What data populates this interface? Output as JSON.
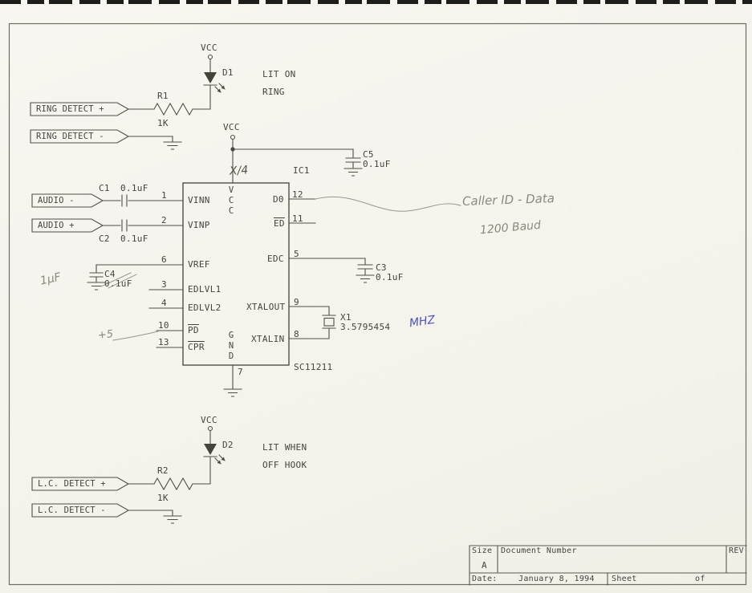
{
  "power": {
    "vcc": "VCC"
  },
  "connectors": {
    "ring_p": "RING DETECT +",
    "ring_n": "RING DETECT -",
    "audio_n": "AUDIO -",
    "audio_p": "AUDIO +",
    "lc_p": "L.C. DETECT +",
    "lc_n": "L.C. DETECT -"
  },
  "parts": {
    "r1": {
      "ref": "R1",
      "value": "1K"
    },
    "r2": {
      "ref": "R2",
      "value": "1K"
    },
    "c1": {
      "ref": "C1",
      "value": "0.1uF"
    },
    "c2": {
      "ref": "C2",
      "value": "0.1uF"
    },
    "c3": {
      "ref": "C3",
      "value": "0.1uF"
    },
    "c4": {
      "ref": "C4",
      "value": "0.1uF"
    },
    "c5": {
      "ref": "C5",
      "value": "0.1uF"
    },
    "d1": {
      "ref": "D1",
      "note1": "LIT ON",
      "note2": "RING"
    },
    "d2": {
      "ref": "D2",
      "note1": "LIT WHEN",
      "note2": "OFF HOOK"
    },
    "x1": {
      "ref": "X1",
      "value": "3.5795454"
    }
  },
  "ic": {
    "ref": "IC1",
    "part": "SC11211",
    "vcc": "VCC",
    "gnd": "GND",
    "gnd_pin": "7",
    "left": [
      {
        "n": "1",
        "name": "VINN"
      },
      {
        "n": "2",
        "name": "VINP"
      },
      {
        "n": "6",
        "name": "VREF"
      },
      {
        "n": "3",
        "name": "EDLVL1"
      },
      {
        "n": "4",
        "name": "EDLVL2"
      },
      {
        "n": "10",
        "name": "PD"
      },
      {
        "n": "13",
        "name": "CPR"
      }
    ],
    "right": [
      {
        "n": "12",
        "name": "D0"
      },
      {
        "n": "11",
        "name": "ED"
      },
      {
        "n": "5",
        "name": "EDC"
      },
      {
        "n": "9",
        "name": "XTALOUT"
      },
      {
        "n": "8",
        "name": "XTALIN"
      }
    ]
  },
  "handwriting": {
    "pin14": "X/4",
    "plus5": "+5",
    "c4_value": "1µF",
    "caller_id": "Caller ID - Data",
    "baud": "1200 Baud",
    "mhz": "MHZ"
  },
  "title_block": {
    "size_label": "Size",
    "size_value": "A",
    "doc_label": "Document Number",
    "rev_label": "REV",
    "date_label": "Date:",
    "date_value": "January 8, 1994",
    "sheet_label": "Sheet",
    "of_label": "of"
  }
}
